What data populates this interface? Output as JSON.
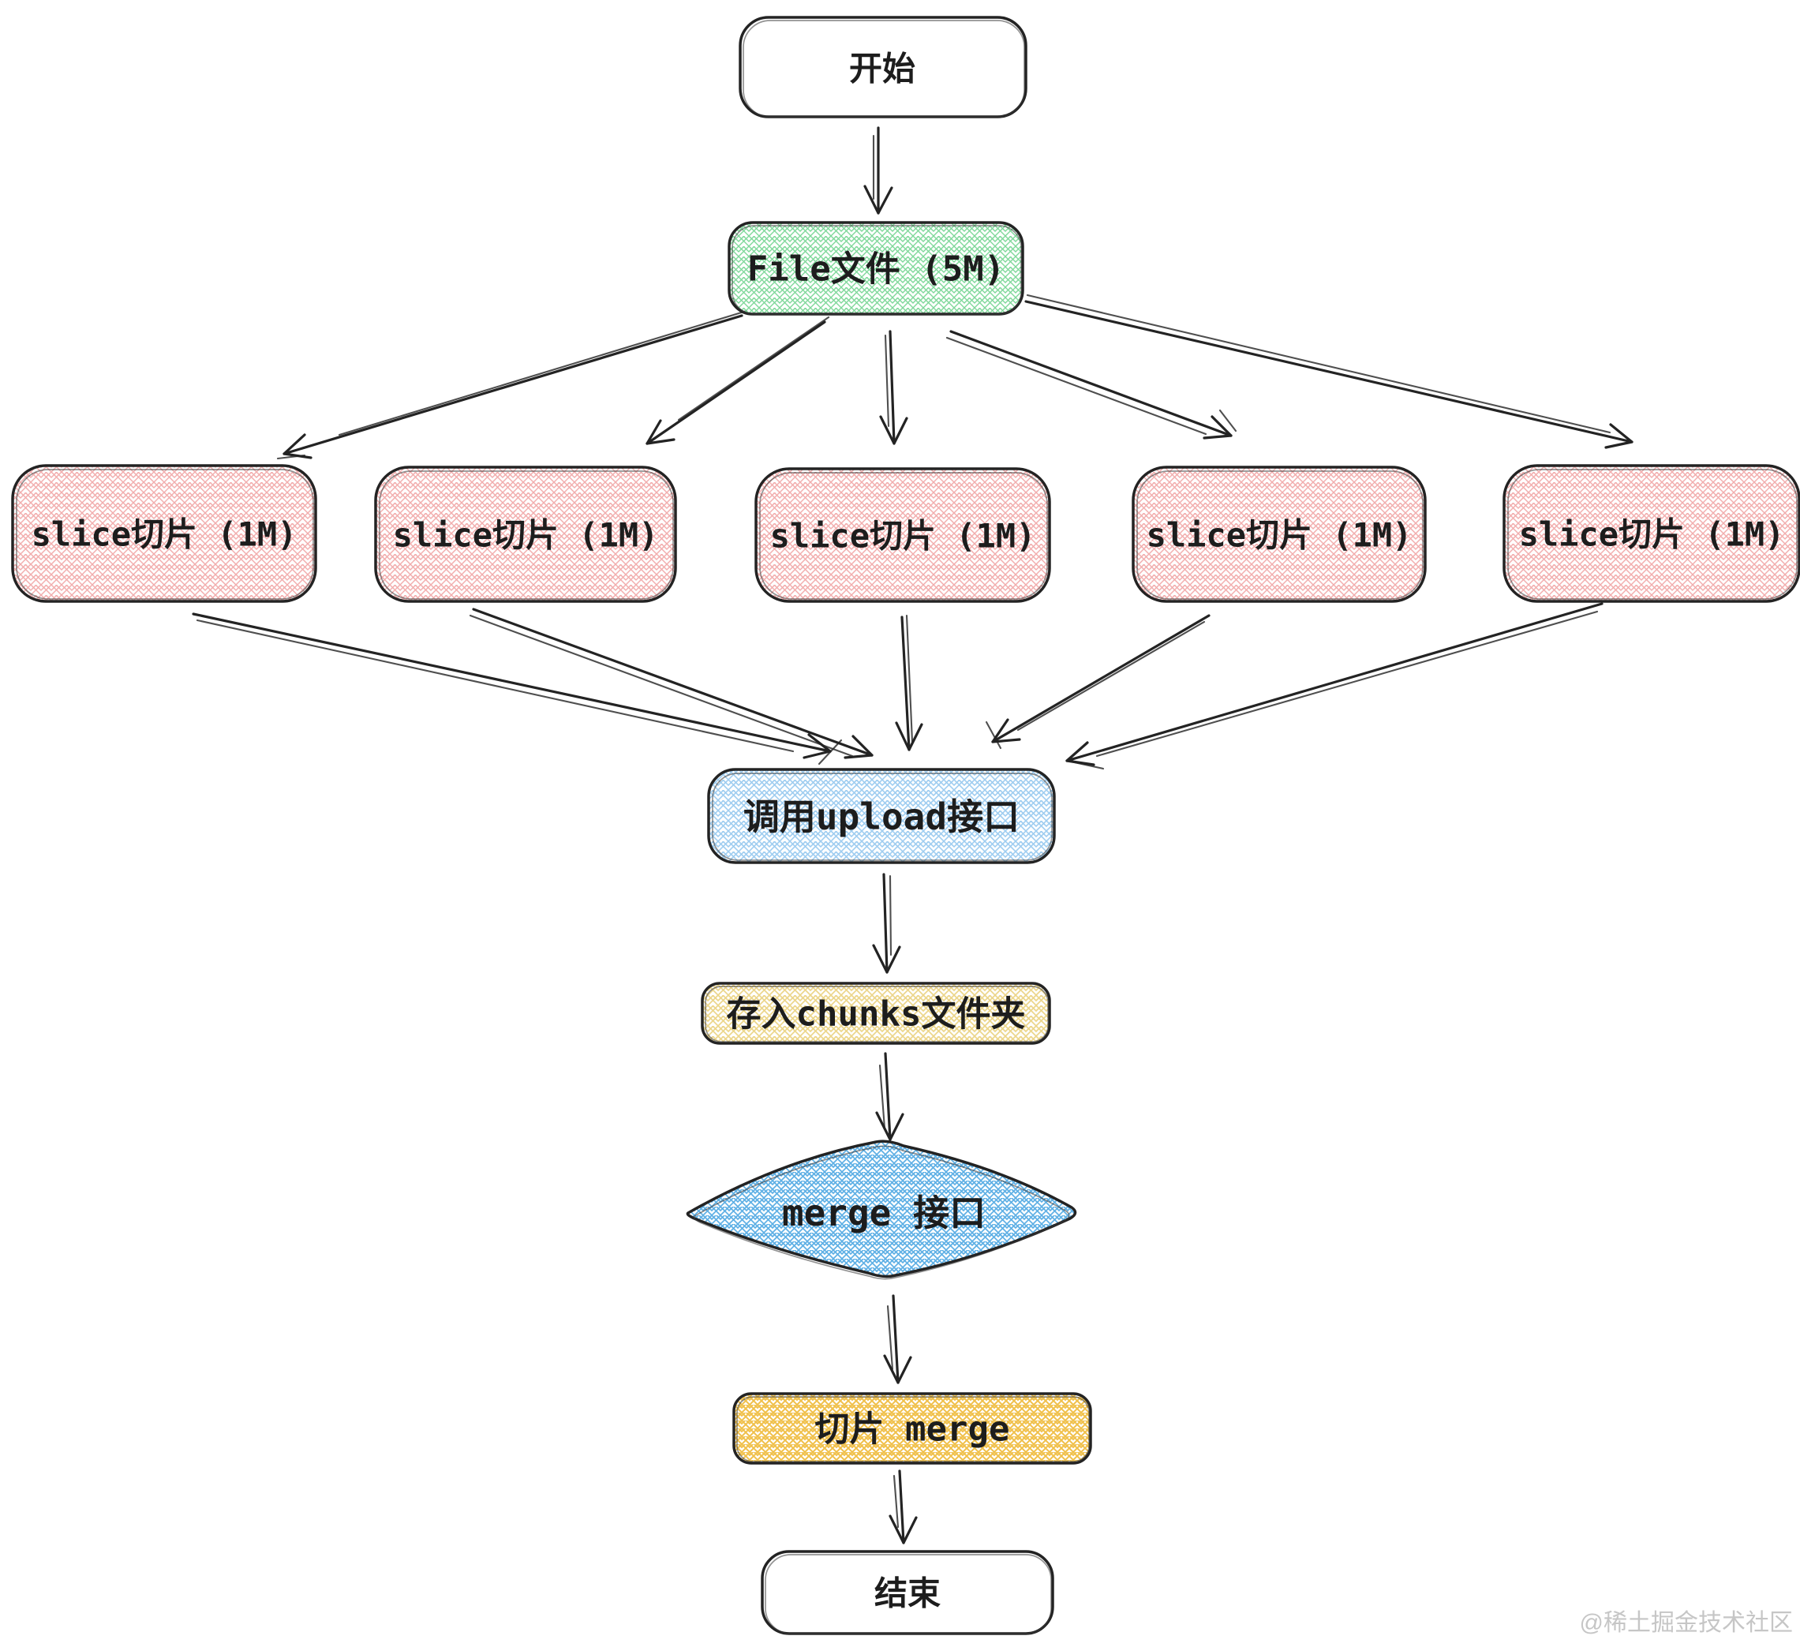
{
  "diagram": {
    "type": "flowchart",
    "style": "hand-drawn sketch (cross-hatch fills)",
    "nodes": {
      "start": {
        "label": "开始",
        "shape": "rounded-rect",
        "fill": "white"
      },
      "file": {
        "label": "File文件 (5M)",
        "shape": "rounded-rect",
        "fill": "green-hatch"
      },
      "slices": [
        {
          "label": "slice切片 (1M)",
          "shape": "rounded-rect",
          "fill": "pink-hatch"
        },
        {
          "label": "slice切片 (1M)",
          "shape": "rounded-rect",
          "fill": "pink-hatch"
        },
        {
          "label": "slice切片 (1M)",
          "shape": "rounded-rect",
          "fill": "pink-hatch"
        },
        {
          "label": "slice切片 (1M)",
          "shape": "rounded-rect",
          "fill": "pink-hatch"
        },
        {
          "label": "slice切片 (1M)",
          "shape": "rounded-rect",
          "fill": "pink-hatch"
        }
      ],
      "upload": {
        "label": "调用upload接口",
        "shape": "rounded-rect",
        "fill": "blue-light-hatch"
      },
      "chunks": {
        "label": "存入chunks文件夹",
        "shape": "rounded-rect",
        "fill": "cream-hatch"
      },
      "merge_api": {
        "label": "merge 接口",
        "shape": "diamond",
        "fill": "blue-hatch"
      },
      "merge_slices": {
        "label": "切片 merge",
        "shape": "rounded-rect",
        "fill": "gold-hatch"
      },
      "end": {
        "label": "结束",
        "shape": "rounded-rect",
        "fill": "white"
      }
    },
    "edges": [
      {
        "from": "start",
        "to": "file"
      },
      {
        "from": "file",
        "to": "slice1"
      },
      {
        "from": "file",
        "to": "slice2"
      },
      {
        "from": "file",
        "to": "slice3"
      },
      {
        "from": "file",
        "to": "slice4"
      },
      {
        "from": "file",
        "to": "slice5"
      },
      {
        "from": "slice1",
        "to": "upload"
      },
      {
        "from": "slice2",
        "to": "upload"
      },
      {
        "from": "slice3",
        "to": "upload"
      },
      {
        "from": "slice4",
        "to": "upload"
      },
      {
        "from": "slice5",
        "to": "upload"
      },
      {
        "from": "upload",
        "to": "chunks"
      },
      {
        "from": "chunks",
        "to": "merge_api"
      },
      {
        "from": "merge_api",
        "to": "merge_slices"
      },
      {
        "from": "merge_slices",
        "to": "end"
      }
    ],
    "colors": {
      "stroke": "#232323",
      "text": "#1d1d1d",
      "green_hatch": "#7fd89a",
      "pink_hatch": "#f2aeae",
      "blue_light_hatch": "#9fcdf0",
      "blue_hatch": "#5fb0e5",
      "cream_hatch": "#ecd68c",
      "gold_hatch": "#f0c04a",
      "watermark": "#c6c6c6"
    },
    "watermark": "@稀土掘金技术社区"
  }
}
